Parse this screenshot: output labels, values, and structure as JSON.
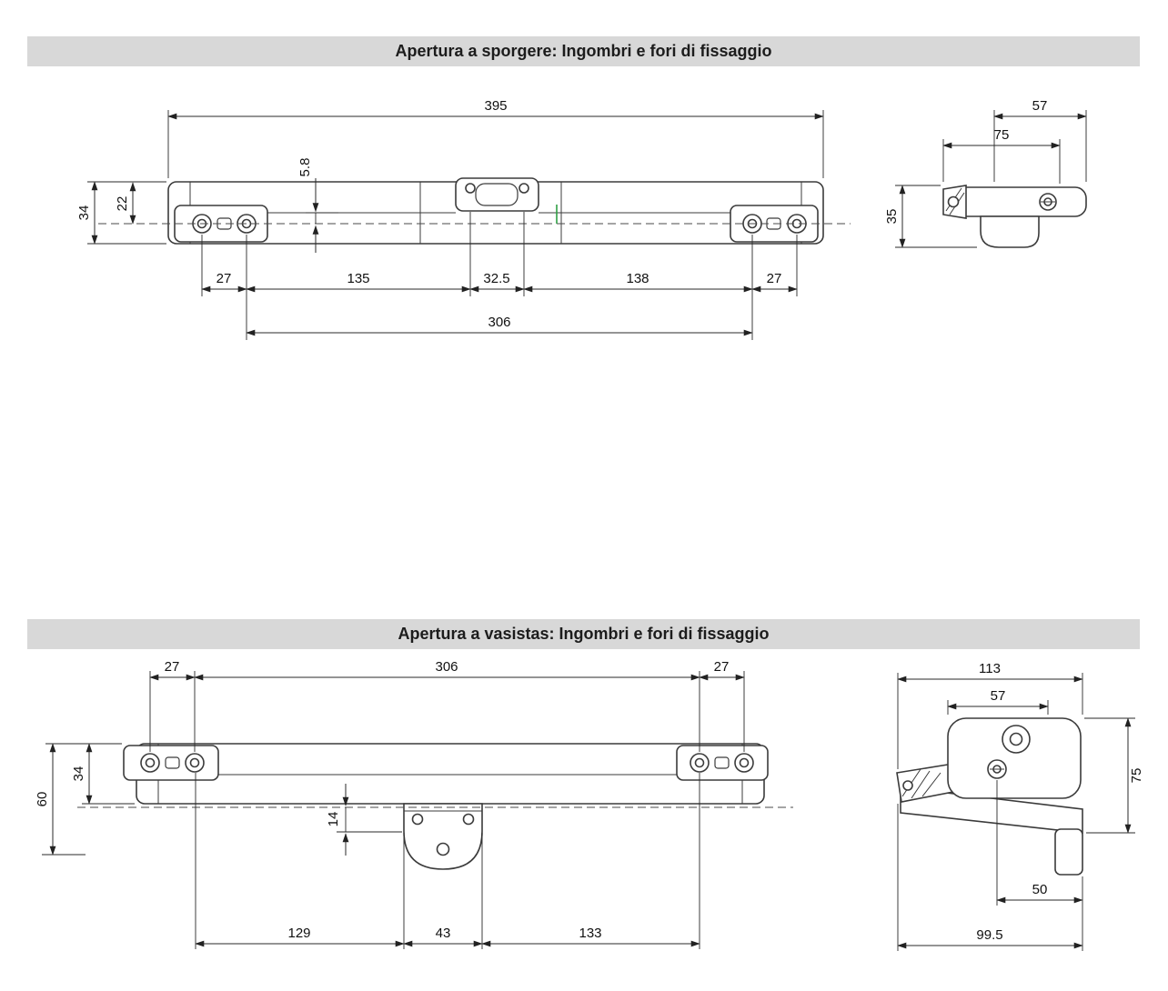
{
  "sections": {
    "sporgere": {
      "title": "Apertura a sporgere: Ingombri e fori di fissaggio",
      "front": {
        "width_total": "395",
        "height": "34",
        "top_to_axis": "22",
        "axis_offset": "5.8",
        "margin_left": "27",
        "span_left": "135",
        "span_center": "32.5",
        "span_right": "138",
        "margin_right": "27",
        "holes_span": "306"
      },
      "side": {
        "width": "57",
        "depth": "75",
        "height": "35"
      }
    },
    "vasistas": {
      "title": "Apertura a vasistas: Ingombri e fori di fissaggio",
      "front": {
        "margin_left": "27",
        "holes_span": "306",
        "margin_right": "27",
        "height": "34",
        "height_total": "60",
        "axis_to_bracket": "14",
        "span_left": "129",
        "span_center": "43",
        "span_right": "133"
      },
      "side": {
        "width_total": "113",
        "width": "57",
        "height": "75",
        "foot_span": "50",
        "depth": "99.5"
      }
    }
  },
  "colors": {
    "header_bg": "#d8d8d8",
    "line": "#2a2a2a",
    "accent_green": "#2f9e44"
  }
}
